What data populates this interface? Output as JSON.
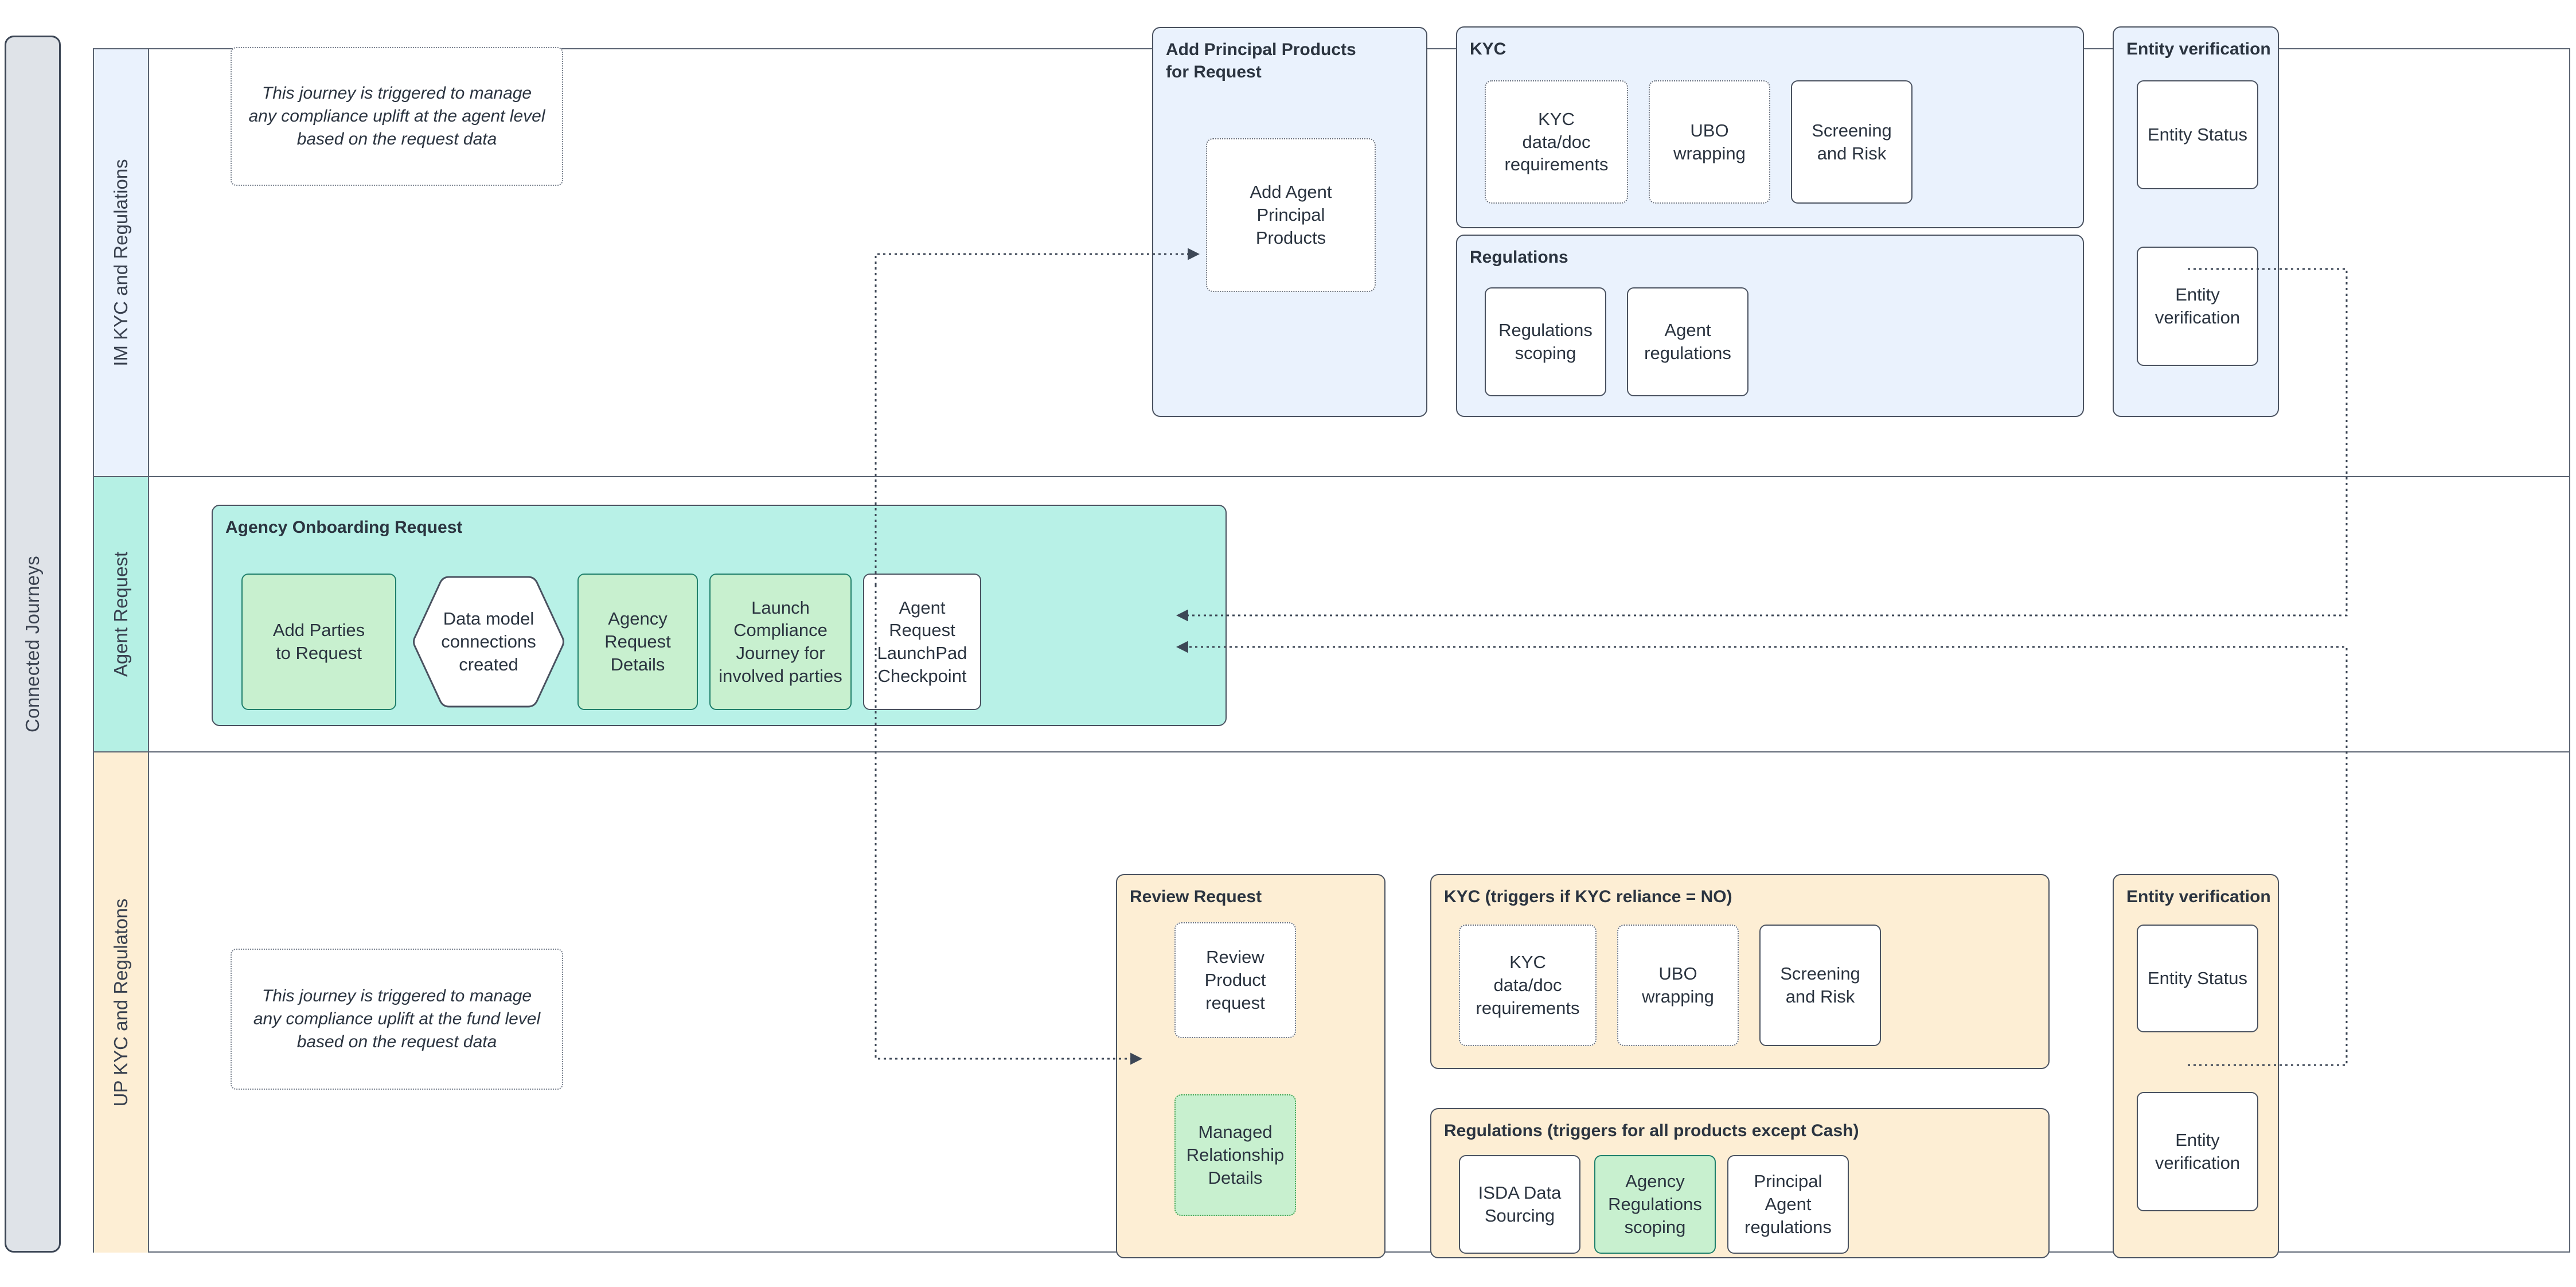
{
  "pool": {
    "label": "Connected Journeys"
  },
  "lanes": [
    {
      "id": "im",
      "label": "IM KYC and Regulations"
    },
    {
      "id": "agent",
      "label": "Agent Request"
    },
    {
      "id": "up",
      "label": "UP KYC and Regulatons"
    }
  ],
  "im_lane": {
    "note": "This journey is triggered to manage any compliance uplift at the agent level based on the request data",
    "groups": [
      {
        "title": "Add Principal Products\nfor Request",
        "nodes": [
          {
            "label": "Add Agent\nPrincipal\nProducts",
            "style": "dotted"
          }
        ]
      },
      {
        "title": "KYC",
        "nodes": [
          {
            "label": "KYC\ndata/doc\nrequirements",
            "style": "dotted"
          },
          {
            "label": "UBO\nwrapping",
            "style": "dotted"
          },
          {
            "label": "Screening\nand Risk",
            "style": "solid"
          }
        ]
      },
      {
        "title": "Regulations",
        "nodes": [
          {
            "label": "Regulations\nscoping",
            "style": "solid"
          },
          {
            "label": "Agent\nregulations",
            "style": "solid"
          }
        ]
      },
      {
        "title": "Entity verification",
        "nodes": [
          {
            "label": "Entity Status",
            "style": "solid"
          },
          {
            "label": "Entity\nverification",
            "style": "solid"
          }
        ]
      }
    ]
  },
  "agent_lane": {
    "group_title": "Agency Onboarding Request",
    "nodes": [
      {
        "label": "Add Parties\nto Request",
        "style": "green"
      },
      {
        "label": "Data model\nconnections\ncreated",
        "style": "hexagon"
      },
      {
        "label": "Agency\nRequest\nDetails",
        "style": "green"
      },
      {
        "label": "Launch\nCompliance\nJourney for\ninvolved parties",
        "style": "green"
      },
      {
        "label": "Agent\nRequest\nLaunchPad\nCheckpoint",
        "style": "white"
      }
    ]
  },
  "up_lane": {
    "note": "This journey is triggered to manage any compliance uplift at the fund level based on the request data",
    "groups": [
      {
        "title": "Review Request",
        "nodes": [
          {
            "label": "Review\nProduct\nrequest",
            "style": "dotted"
          },
          {
            "label": "Managed\nRelationship\nDetails",
            "style": "green-dotted"
          }
        ]
      },
      {
        "title": "KYC  (triggers if KYC reliance = NO)",
        "nodes": [
          {
            "label": "KYC\ndata/doc\nrequirements",
            "style": "dotted"
          },
          {
            "label": "UBO\nwrapping",
            "style": "dotted"
          },
          {
            "label": "Screening\nand Risk",
            "style": "solid"
          }
        ]
      },
      {
        "title": "Regulations (triggers for all products except Cash)",
        "nodes": [
          {
            "label": "ISDA Data\nSourcing",
            "style": "solid"
          },
          {
            "label": "Agency\nRegulations\nscoping",
            "style": "green"
          },
          {
            "label": "Principal\nAgent\nregulations",
            "style": "solid"
          }
        ]
      },
      {
        "title": "Entity verification",
        "nodes": [
          {
            "label": "Entity Status",
            "style": "solid"
          },
          {
            "label": "Entity\nverification",
            "style": "solid"
          }
        ]
      }
    ]
  },
  "colors": {
    "lane_im": "#eaf2fd",
    "lane_agent": "#b5f0e4",
    "lane_up": "#fdeed4",
    "pool_header": "#dfe3e8",
    "node_green": "#c8f0cf",
    "stroke": "#4a5260",
    "green_stroke": "#1f7f6b"
  }
}
